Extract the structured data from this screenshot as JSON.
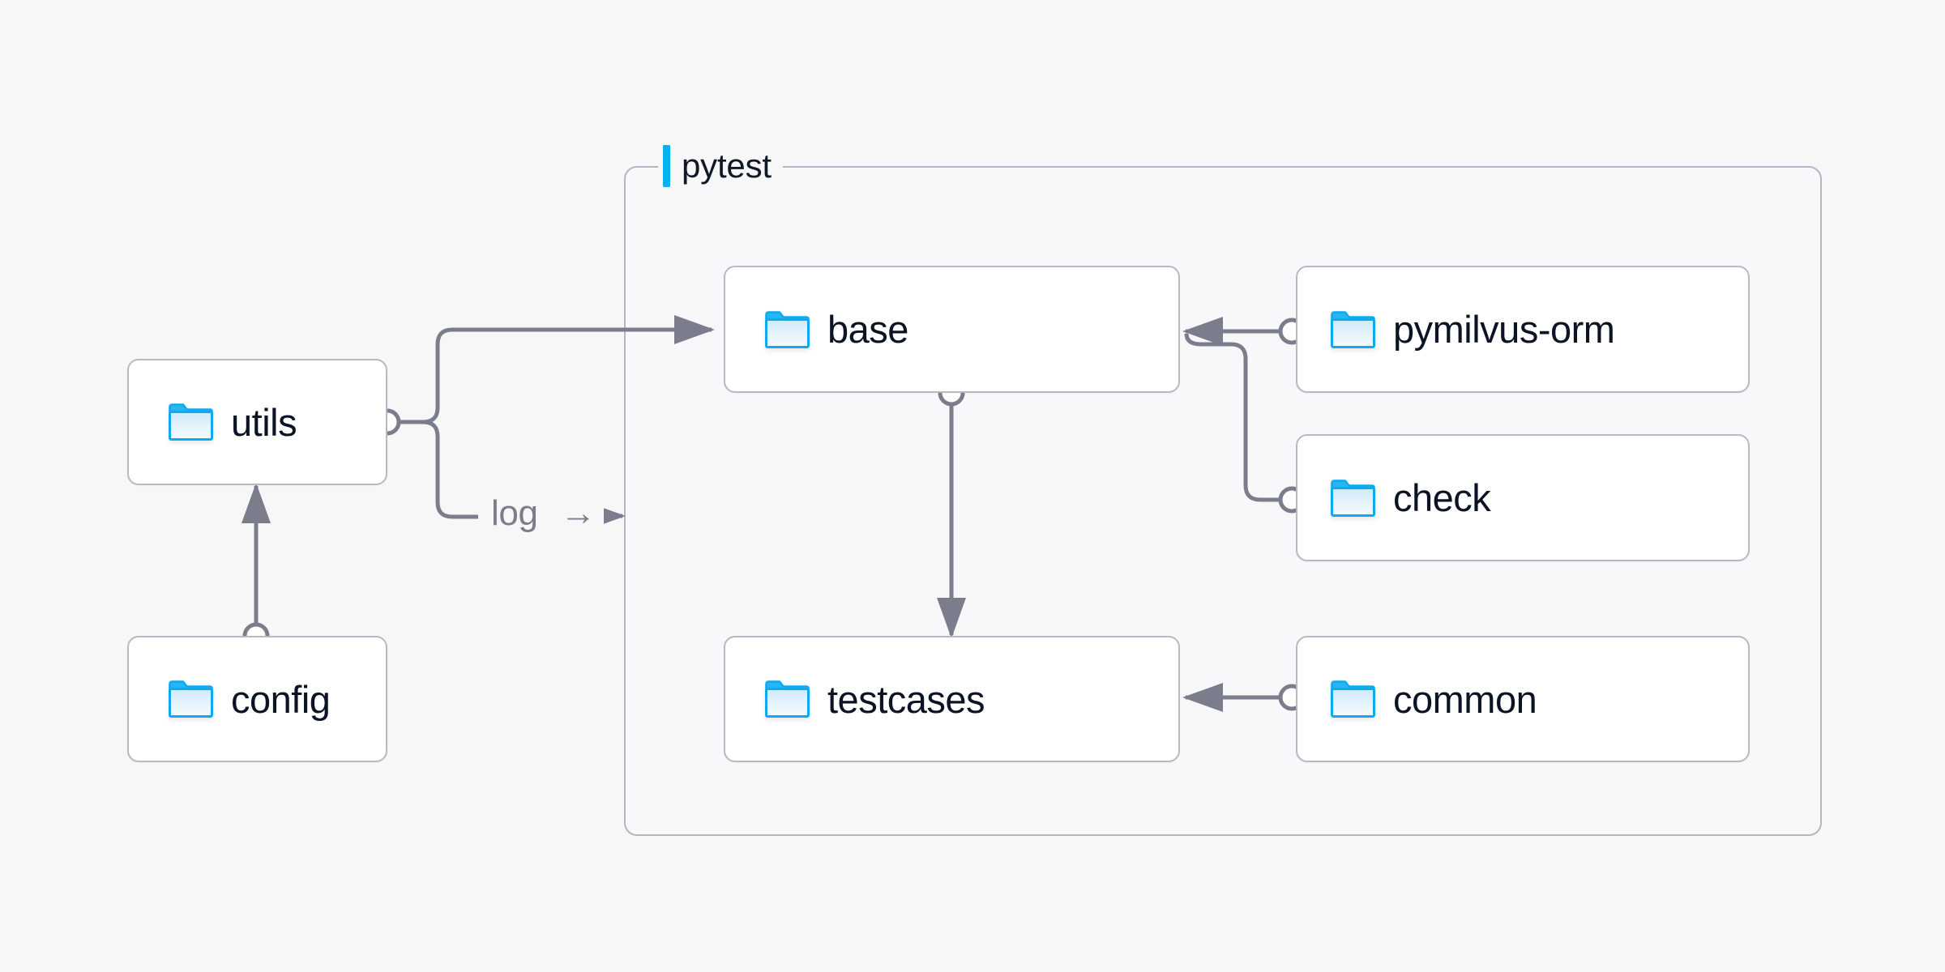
{
  "diagram": {
    "type": "architecture-graph",
    "background_color": "#f7f7f8",
    "node_border_color": "#b9b9c4",
    "node_fill_color": "#ffffff",
    "edge_color": "#7b7d8c",
    "accent_color": "#00b2f0",
    "text_color": "#0b1324",
    "group": {
      "label": "pytest",
      "accent_color": "#00b2f0",
      "border_color": "#b7b5c4"
    },
    "nodes": [
      {
        "id": "utils",
        "label": "utils",
        "icon": "folder-icon",
        "in_group": false
      },
      {
        "id": "config",
        "label": "config",
        "icon": "folder-icon",
        "in_group": false
      },
      {
        "id": "base",
        "label": "base",
        "icon": "folder-icon",
        "in_group": true
      },
      {
        "id": "testcases",
        "label": "testcases",
        "icon": "folder-icon",
        "in_group": true
      },
      {
        "id": "pymilvus-orm",
        "label": "pymilvus-orm",
        "icon": "folder-icon",
        "in_group": true
      },
      {
        "id": "check",
        "label": "check",
        "icon": "folder-icon",
        "in_group": true
      },
      {
        "id": "common",
        "label": "common",
        "icon": "folder-icon",
        "in_group": true
      }
    ],
    "edges": [
      {
        "from": "config",
        "to": "utils",
        "label": "",
        "arrow": true
      },
      {
        "from": "utils",
        "to": "base",
        "label": "",
        "arrow": true
      },
      {
        "from": "utils",
        "to": "pytest",
        "label": "log",
        "arrow": true
      },
      {
        "from": "base",
        "to": "testcases",
        "label": "",
        "arrow": true
      },
      {
        "from": "pymilvus-orm",
        "to": "base",
        "label": "",
        "arrow": true
      },
      {
        "from": "check",
        "to": "base",
        "label": "",
        "arrow": true
      },
      {
        "from": "common",
        "to": "testcases",
        "label": "",
        "arrow": true
      }
    ],
    "edge_labels": {
      "log": "log",
      "log_arrow_glyph": "→"
    }
  }
}
